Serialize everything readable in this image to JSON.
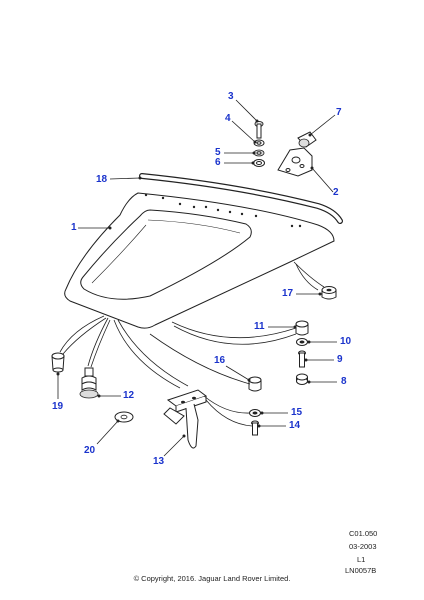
{
  "callouts": [
    {
      "num": "1",
      "part": "bonnet"
    },
    {
      "num": "2",
      "part": "hinge-bracket"
    },
    {
      "num": "3",
      "part": "screw"
    },
    {
      "num": "4",
      "part": "washer-small"
    },
    {
      "num": "5",
      "part": "washer-spring"
    },
    {
      "num": "6",
      "part": "nut"
    },
    {
      "num": "7",
      "part": "clip"
    },
    {
      "num": "8",
      "part": "nut-flanged"
    },
    {
      "num": "9",
      "part": "bolt"
    },
    {
      "num": "10",
      "part": "washer"
    },
    {
      "num": "11",
      "part": "buffer-rubber"
    },
    {
      "num": "12",
      "part": "spring-buffer"
    },
    {
      "num": "13",
      "part": "bonnet-catch"
    },
    {
      "num": "14",
      "part": "screw-catch"
    },
    {
      "num": "15",
      "part": "washer-catch"
    },
    {
      "num": "16",
      "part": "bush"
    },
    {
      "num": "17",
      "part": "stop-rubber"
    },
    {
      "num": "18",
      "part": "seal"
    },
    {
      "num": "19",
      "part": "plug"
    },
    {
      "num": "20",
      "part": "washer-plain"
    }
  ],
  "meta": {
    "code": "C01.050",
    "date": "03-2003",
    "level": "L1",
    "ref": "LN0057B"
  },
  "copyright": "© Copyright, 2016. Jaguar Land Rover Limited.",
  "colors": {
    "callout": "#1a33cc",
    "line": "#222222"
  }
}
